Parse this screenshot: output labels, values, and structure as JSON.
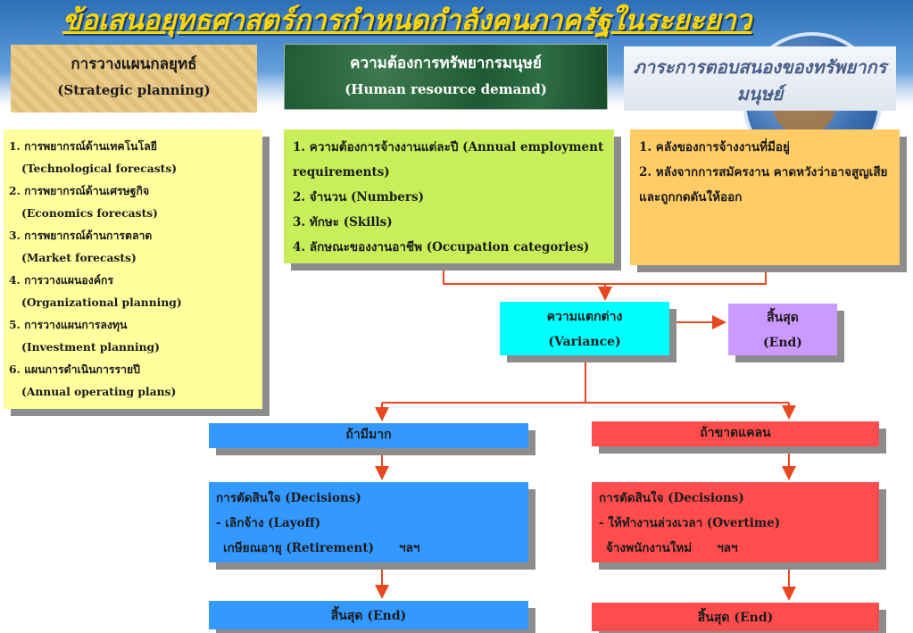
{
  "title": "ข้อเสนอยุทธศาสตร์การกำหนดกำลังคนภาครัฐในระยะยาว",
  "banners": {
    "strategic": {
      "th": "การวางแผนกลยุทธ์",
      "en": "(Strategic planning)"
    },
    "demand": {
      "th": "ความต้องการทรัพยากรมนุษย์",
      "en": "(Human resource demand)"
    },
    "burden": {
      "th": "ภาระการตอบสนองของทรัพยากรมนุษย์"
    }
  },
  "strategic_items": [
    {
      "th": "1. การพยากรณ์ด้านเทคโนโลยี",
      "en": "(Technological forecasts)"
    },
    {
      "th": "2. การพยากรณ์ด้านเศรษฐกิจ",
      "en": "(Economics forecasts)"
    },
    {
      "th": "3. การพยากรณ์ด้านการตลาด",
      "en": "(Market forecasts)"
    },
    {
      "th": "4. การวางแผนองค์กร",
      "en": "(Organizational planning)"
    },
    {
      "th": "5. การวางแผนการลงทุน",
      "en": "(Investment planning)"
    },
    {
      "th": "6. แผนการดำเนินการรายปี",
      "en": "(Annual operating plans)"
    }
  ],
  "demand_items": [
    "1. ความต้องการจ้างงานแต่ละปี (Annual employment requirements)",
    "2. จำนวน (Numbers)",
    "3. ทักษะ (Skills)",
    "4. ลักษณะของงานอาชีพ (Occupation categories)"
  ],
  "burden_items": [
    "1. คลังของการจ้างงานที่มีอยู่",
    "2. หลังจากการสมัครงาน คาดหวังว่าอาจสูญเสียและถูกกดดันให้ออก"
  ],
  "variance": {
    "th": "ความแตกต่าง",
    "en": "(Variance)"
  },
  "end_top": {
    "th": "สิ้นสุด",
    "en": "(End)"
  },
  "surplus": {
    "header": "ถ้ามีมาก",
    "decisions_title": "การตัดสินใจ (Decisions)",
    "line1": "- เลิกจ้าง (Layoff)",
    "line2": "เกษียณอายุ (Retirement)",
    "etc": "ฯลฯ",
    "end": "สิ้นสุด (End)"
  },
  "shortage": {
    "header": "ถ้าขาดแคลน",
    "decisions_title": "การตัดสินใจ (Decisions)",
    "line1": "- ให้ทำงานล่วงเวลา (Overtime)",
    "line2": "จ้างพนักงานใหม่",
    "etc": "ฯลฯ",
    "end": "สิ้นสุด (End)"
  },
  "colors": {
    "arrow": "#e8471f",
    "yellow_box": "#ffff9e",
    "green_box": "#c8ef5a",
    "orange_box": "#ffcc66",
    "variance_box": "#00ffff",
    "end_box": "#cc99ff",
    "surplus_boxes": "#3399ff",
    "shortage_boxes": "#ff4d4d",
    "title_text": "#ffd700"
  }
}
